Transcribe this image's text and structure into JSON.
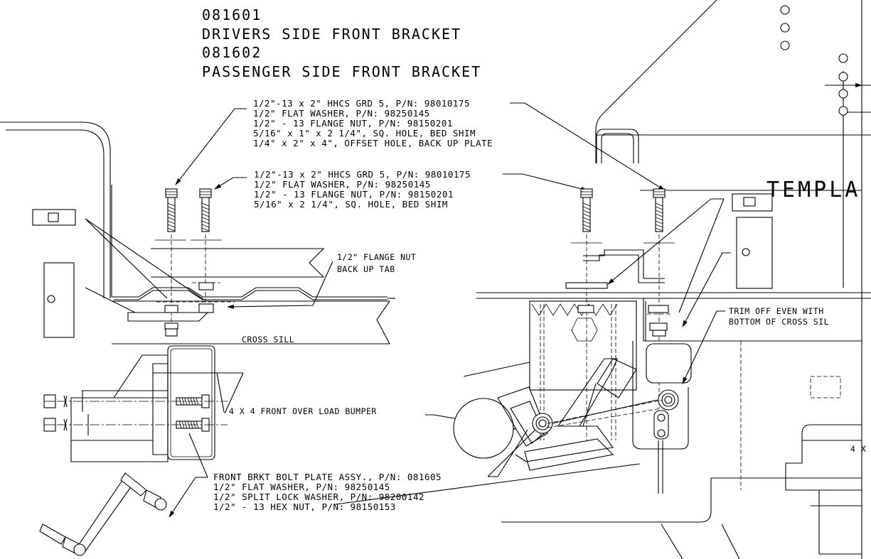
{
  "title_block": {
    "part1_number": "081601",
    "part1_name": "DRIVERS SIDE FRONT BRACKET",
    "part2_number": "081602",
    "part2_name": "PASSENGER SIDE FRONT BRACKET"
  },
  "callout_left_top": [
    "1/2\"-13 x 2\" HHCS GRD 5, P/N: 98010175",
    "1/2\" FLAT WASHER, P/N: 98250145",
    "1/2\" - 13 FLANGE NUT, P/N: 98150201",
    "5/16\" x 1\" x 2 1/4\", SQ. HOLE, BED SHIM",
    "1/4\" x 2\" x 4\", OFFSET HOLE, BACK UP PLATE"
  ],
  "callout_right_top": [
    "1/2\"-13 x 2\" HHCS GRD 5, P/N: 98010175",
    "1/2\" FLAT WASHER, P/N: 98250145",
    "1/2\" - 13 FLANGE NUT, P/N: 98150201",
    "5/16\" x 2 1/4\", SQ. HOLE, BED SHIM"
  ],
  "labels": {
    "flange_nut_line1": "1/2\" FLANGE NUT",
    "flange_nut_line2": "BACK UP TAB",
    "cross_sill": "CROSS SILL",
    "bumper": "4 X 4 FRONT OVER LOAD BUMPER",
    "trim_line1": "TRIM OFF EVEN WITH",
    "trim_line2": "BOTTOM OF CROSS SIL",
    "template": "TEMPLA",
    "four_x": "4 X"
  },
  "callout_bottom": [
    "FRONT BRKT BOLT PLATE ASSY., P/N: 081605",
    "1/2\" FLAT WASHER, P/N: 98250145",
    "1/2\" SPLIT LOCK WASHER, P/N: 98200142",
    "1/2\" - 13 HEX NUT, P/N: 98150153"
  ]
}
